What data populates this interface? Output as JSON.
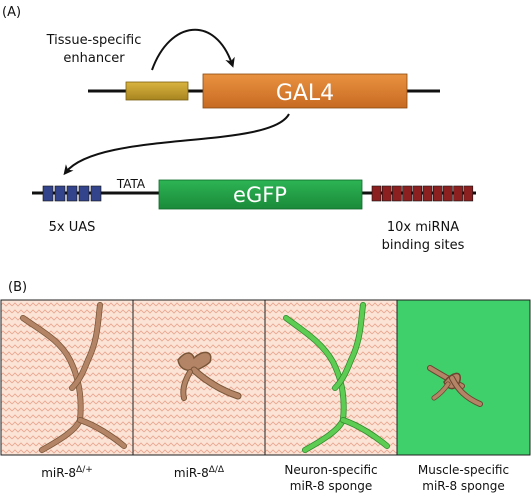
{
  "panel_a": {
    "label": "(A)",
    "enhancer_label_line1": "Tissue-specific",
    "enhancer_label_line2": "enhancer",
    "gal4_label": "GAL4",
    "tata_label": "TATA",
    "egfp_label": "eGFP",
    "uas_label": "5x UAS",
    "mirna_label_line1": "10x miRNA",
    "mirna_label_line2": "binding sites",
    "uas_repeat_count": 5,
    "mirna_repeat_count": 10
  },
  "panel_b": {
    "label": "(B)",
    "captions": [
      {
        "base": "miR-8",
        "sup": "Δ/+",
        "line2": ""
      },
      {
        "base": "miR-8",
        "sup": "Δ/Δ",
        "line2": ""
      },
      {
        "base": "Neuron-specific",
        "sup": "",
        "line2": "miR-8 sponge"
      },
      {
        "base": "Muscle-specific",
        "sup": "",
        "line2": "miR-8 sponge"
      }
    ]
  },
  "colors": {
    "enhancer": "#c8a22e",
    "gal4": "#d9782a",
    "egfp": "#22a046",
    "uas": "#34448c",
    "mirna_sites": "#8c2020",
    "tissue_bg": "#fbe3d6",
    "zigzag": "#e9a48c",
    "neuron_brown": "#b48466",
    "neuron_green": "#55c24e",
    "green_tissue": "#3fd06c"
  }
}
